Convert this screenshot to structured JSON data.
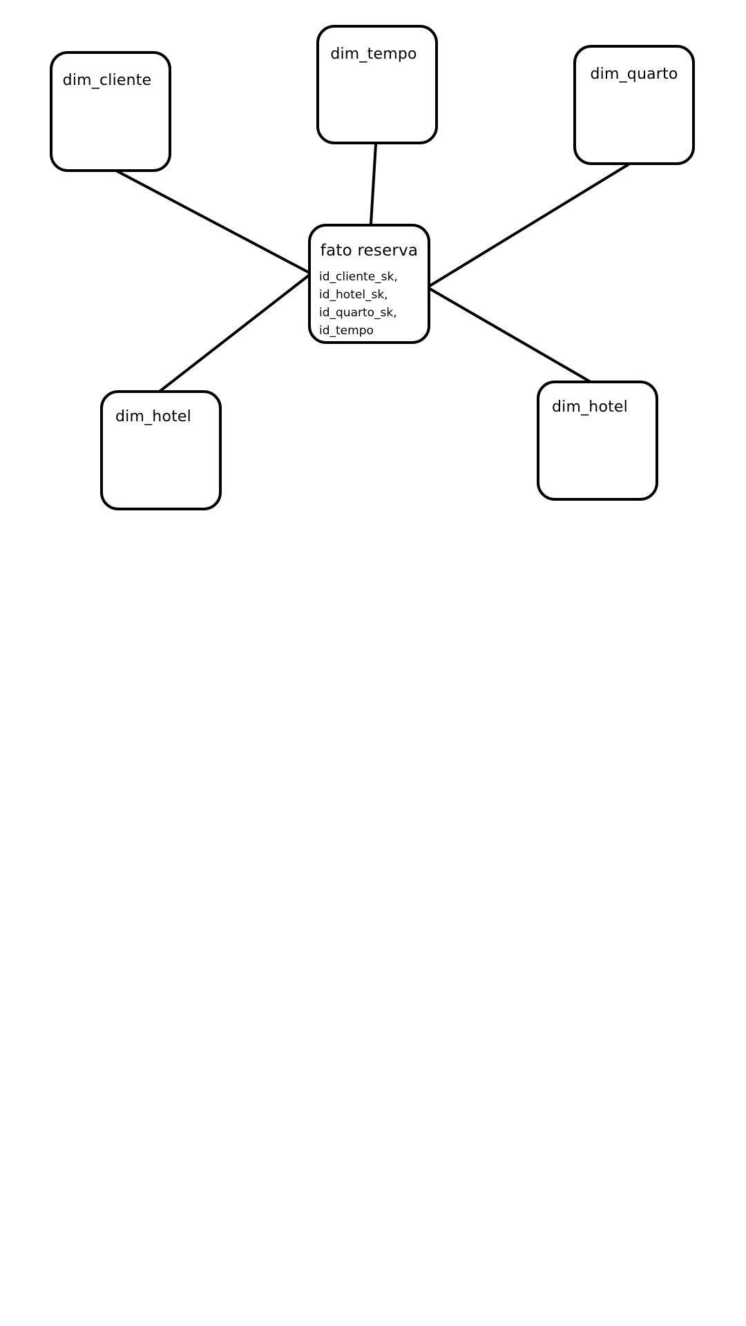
{
  "diagram": {
    "fact": {
      "title": "fato reserva",
      "fields": [
        "id_cliente_sk,",
        "id_hotel_sk,",
        "id_quarto_sk,",
        "id_tempo"
      ]
    },
    "dimensions": {
      "cliente": "dim_cliente",
      "tempo": "dim_tempo",
      "quarto": "dim_quarto",
      "hotel_left": "dim_hotel",
      "hotel_right": "dim_hotel"
    },
    "connector_color": "#000000",
    "box_border_color": "#000000",
    "background": "#ffffff"
  }
}
